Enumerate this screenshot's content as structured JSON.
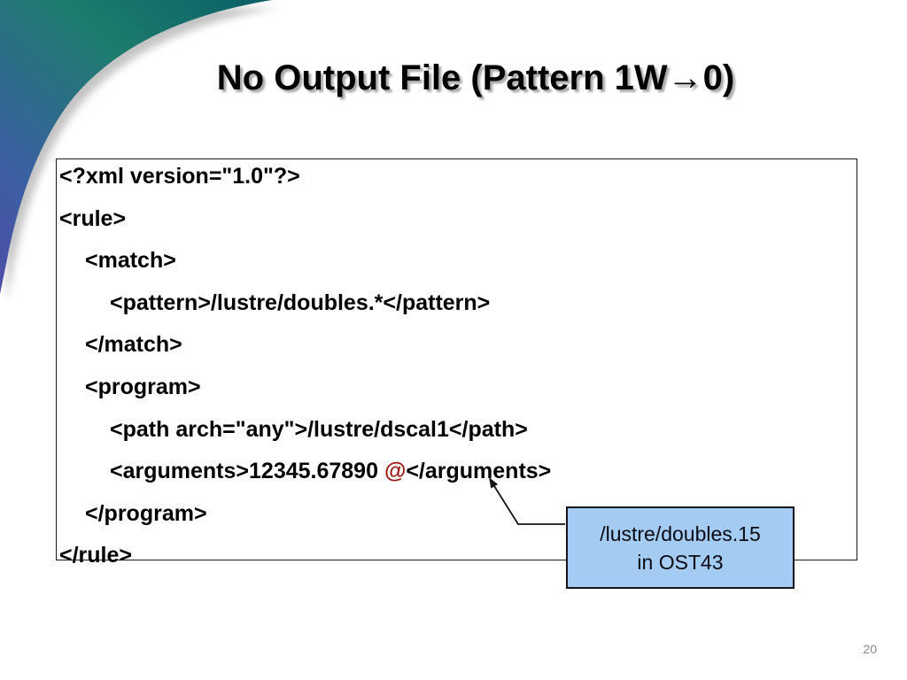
{
  "slide": {
    "title": "No Output File (Pattern 1W→0)",
    "page_number": "20"
  },
  "code_box": {
    "lines": [
      {
        "indent": 0,
        "segments": [
          {
            "text": "<?xml version=\"1.0\"?>"
          }
        ]
      },
      {
        "indent": 0,
        "segments": [
          {
            "text": "<rule>"
          }
        ]
      },
      {
        "indent": 1,
        "segments": [
          {
            "text": "<match>"
          }
        ]
      },
      {
        "indent": 2,
        "segments": [
          {
            "text": "<pattern>/lustre/doubles.*</pattern>"
          }
        ]
      },
      {
        "indent": 1,
        "segments": [
          {
            "text": "</match>"
          }
        ]
      },
      {
        "indent": 1,
        "segments": [
          {
            "text": "<program>"
          }
        ]
      },
      {
        "indent": 2,
        "segments": [
          {
            "text": "<path arch=\"any\">/lustre/dscal1</path>"
          }
        ]
      },
      {
        "indent": 2,
        "segments": [
          {
            "text": "<arguments>12345.67890 "
          },
          {
            "text": "@",
            "color": "#9b1b15"
          },
          {
            "text": "</arguments>"
          }
        ]
      },
      {
        "indent": 1,
        "segments": [
          {
            "text": "</program>"
          }
        ]
      },
      {
        "indent": 0,
        "segments": [
          {
            "text": "</rule>"
          }
        ]
      }
    ]
  },
  "callout": {
    "line1": "/lustre/doubles.15",
    "line2": "in OST43",
    "fill_color": "#a4ccf2"
  },
  "colors": {
    "corner_teal_dark": "#0b6066",
    "corner_teal": "#1d7c6d",
    "corner_blue": "#3c5fa3",
    "corner_purple": "#4e4ea6",
    "highlight_red": "#9b1b15",
    "arrow_black": "#141414"
  }
}
